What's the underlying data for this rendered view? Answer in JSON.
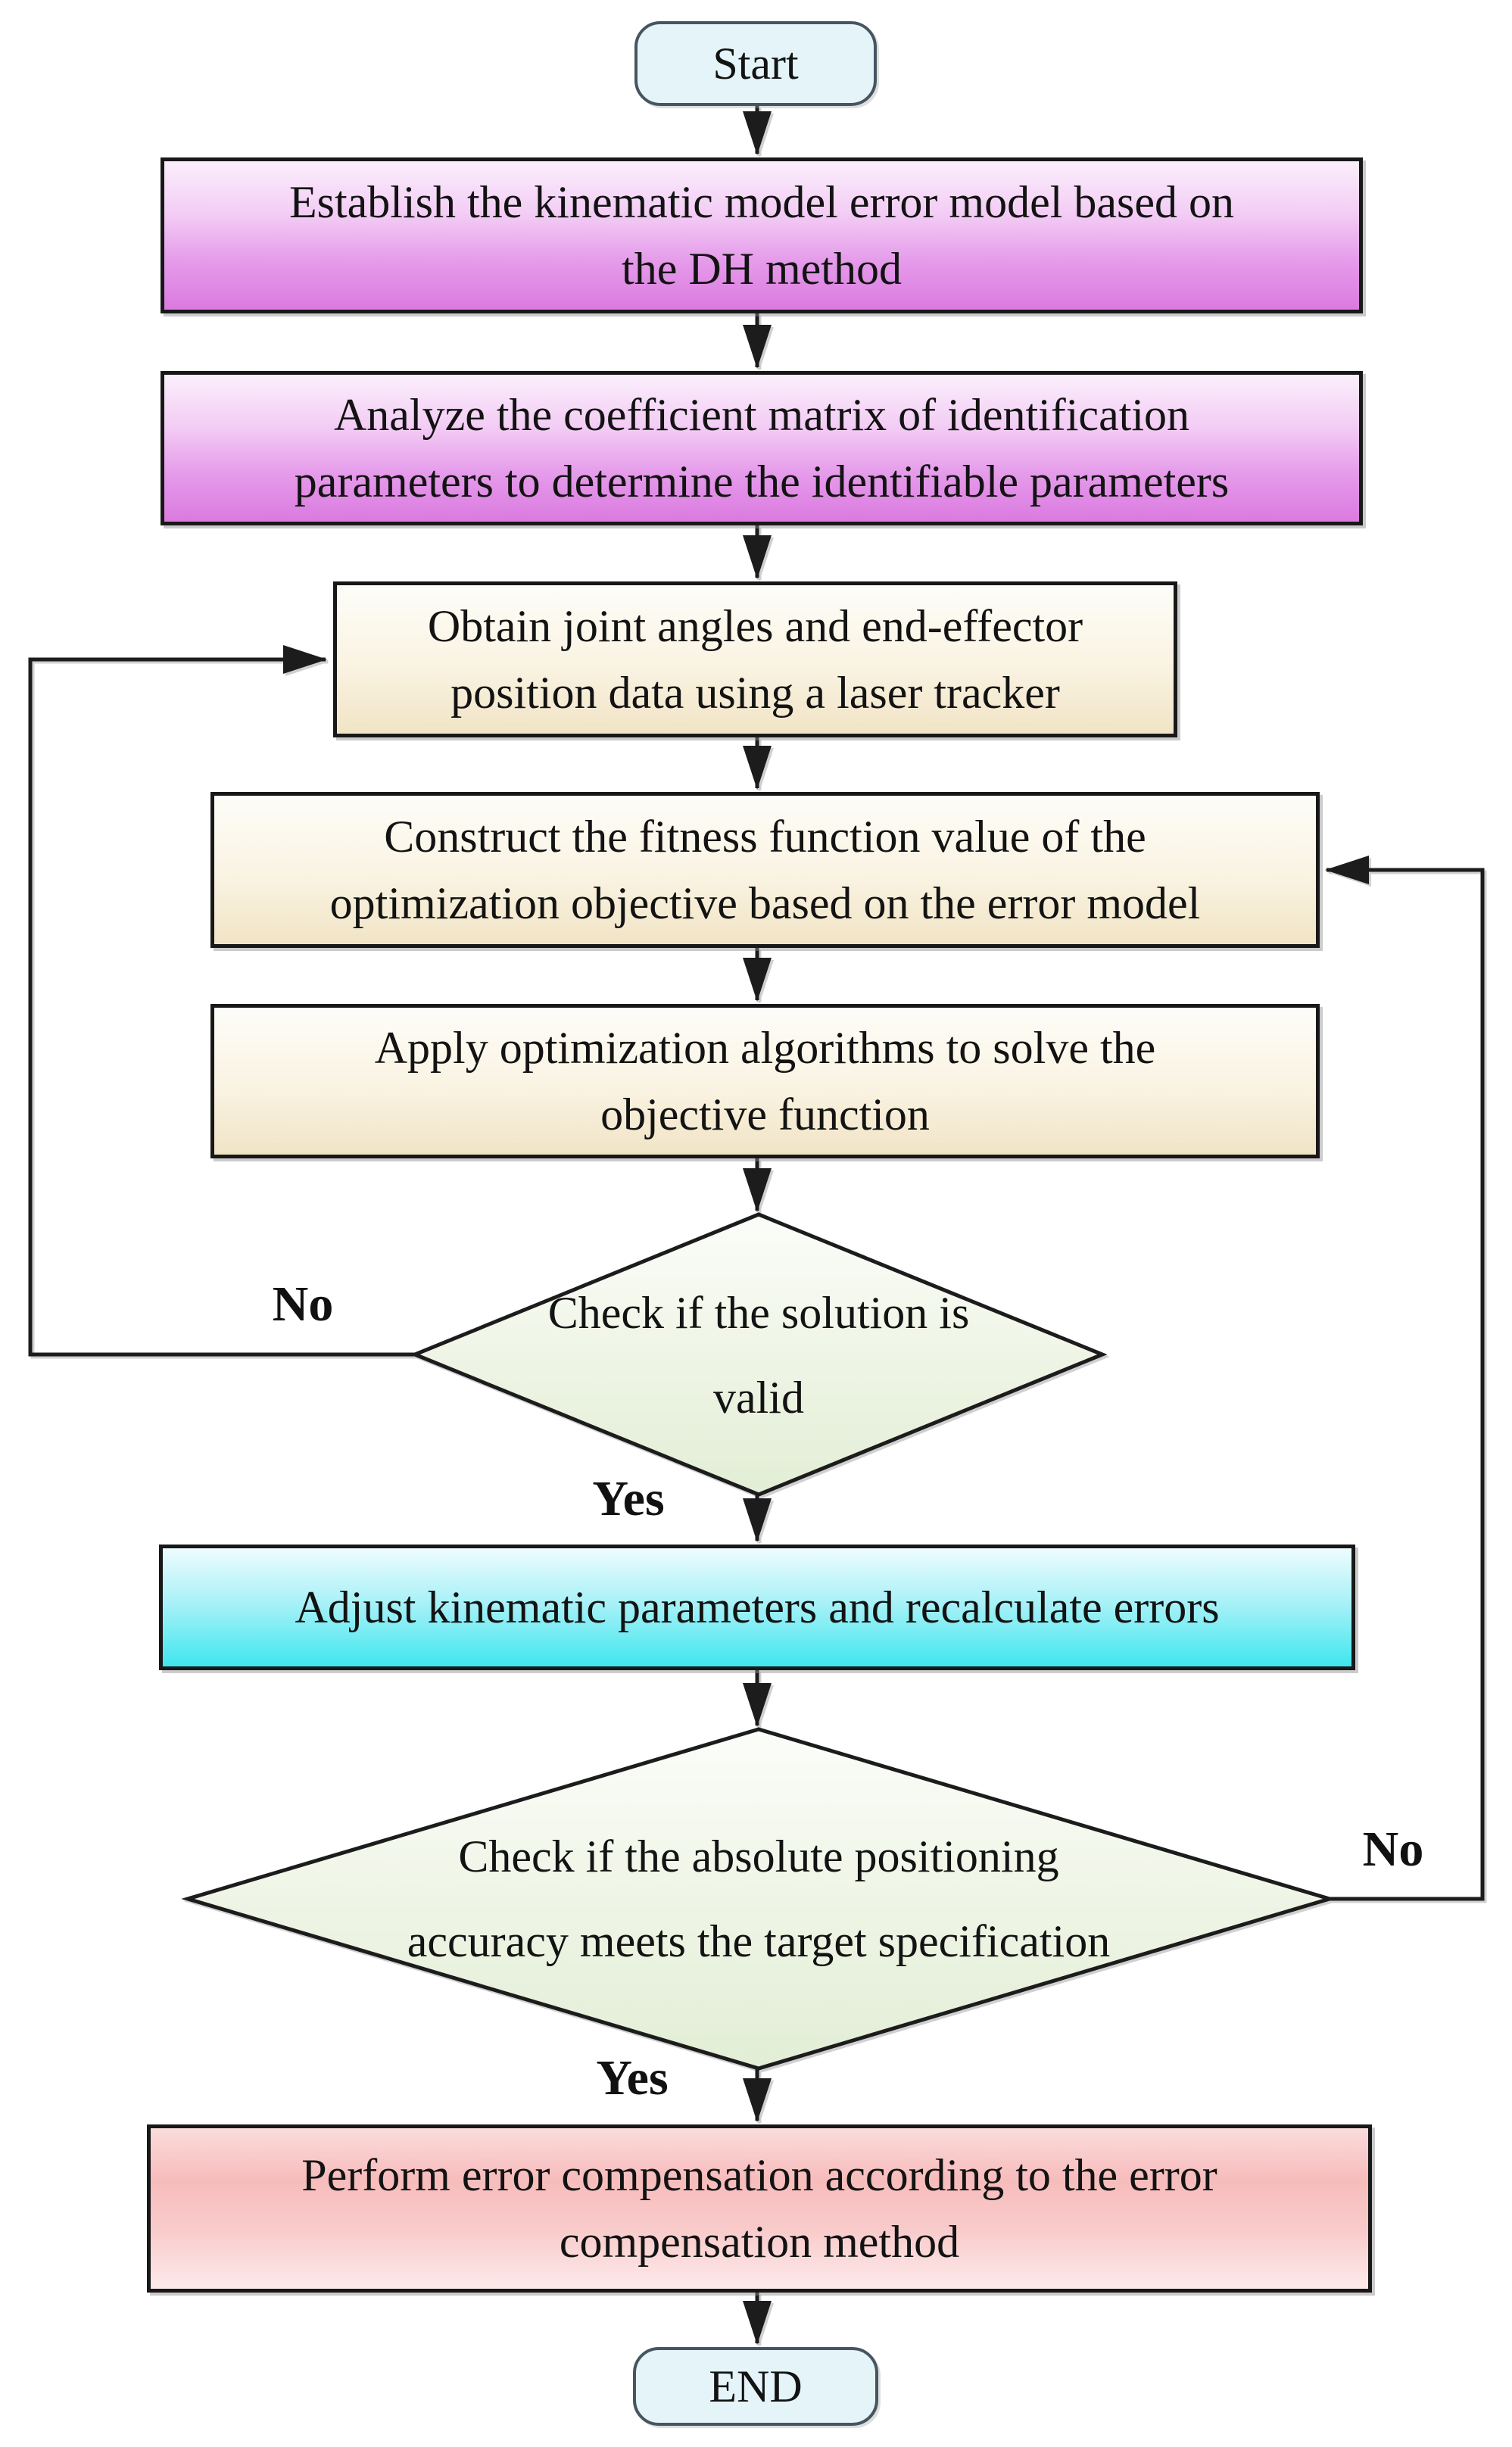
{
  "diagram": {
    "type": "flowchart",
    "nodes": {
      "start": {
        "shape": "terminator",
        "label": "Start"
      },
      "establish": {
        "shape": "process",
        "label": "Establish the kinematic model error model based on\nthe DH method"
      },
      "analyze": {
        "shape": "process",
        "label": "Analyze the coefficient matrix of identification\nparameters to determine the identifiable parameters"
      },
      "obtain": {
        "shape": "process",
        "label": "Obtain joint angles and end-effector\nposition data using a laser tracker"
      },
      "construct": {
        "shape": "process",
        "label": "Construct the fitness function value of the\noptimization objective based on the error model"
      },
      "apply": {
        "shape": "process",
        "label": "Apply optimization algorithms to solve the\nobjective function"
      },
      "check_solution": {
        "shape": "decision",
        "label": "Check if the solution is\nvalid"
      },
      "adjust": {
        "shape": "process",
        "label": "Adjust kinematic parameters and recalculate errors"
      },
      "check_accuracy": {
        "shape": "decision",
        "label": "Check if the absolute positioning\naccuracy meets the target specification"
      },
      "compensate": {
        "shape": "process",
        "label": "Perform error compensation according to the error\ncompensation method"
      },
      "end": {
        "shape": "terminator",
        "label": "END"
      }
    },
    "edge_labels": {
      "no1": "No",
      "yes1": "Yes",
      "no2": "No",
      "yes2": "Yes"
    },
    "edges": [
      {
        "from": "start",
        "to": "establish"
      },
      {
        "from": "establish",
        "to": "analyze"
      },
      {
        "from": "analyze",
        "to": "obtain"
      },
      {
        "from": "obtain",
        "to": "construct"
      },
      {
        "from": "construct",
        "to": "apply"
      },
      {
        "from": "apply",
        "to": "check_solution"
      },
      {
        "from": "check_solution",
        "to": "obtain",
        "label": "No"
      },
      {
        "from": "check_solution",
        "to": "adjust",
        "label": "Yes"
      },
      {
        "from": "adjust",
        "to": "check_accuracy"
      },
      {
        "from": "check_accuracy",
        "to": "construct",
        "label": "No"
      },
      {
        "from": "check_accuracy",
        "to": "compensate",
        "label": "Yes"
      },
      {
        "from": "compensate",
        "to": "end"
      }
    ],
    "colors": {
      "process_magenta": "#db7ae0",
      "process_cream": "#f1e4c6",
      "process_cyan": "#3fe6ee",
      "process_pink": "#f7bcbc",
      "decision_green": "#e2eed6",
      "terminator_fill": "#e4f4f9",
      "terminator_border": "#46555f",
      "line": "#1c1c1c"
    }
  }
}
